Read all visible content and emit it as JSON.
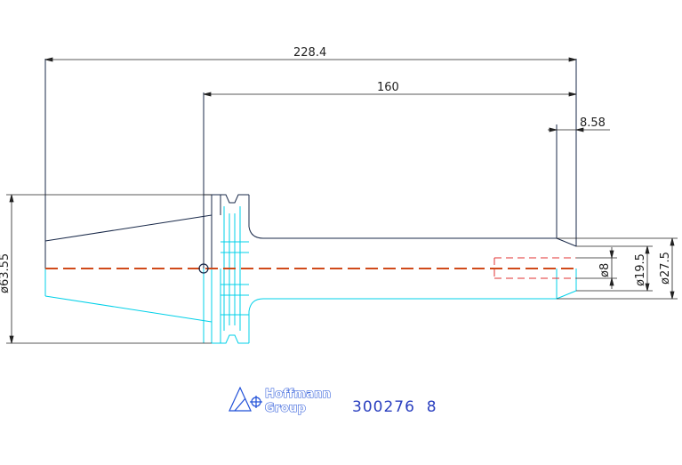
{
  "drawing": {
    "dimensions": {
      "overall_length": "228.4",
      "shank_length": "160",
      "tip_length": "8.58",
      "flange_diameter": "ø63.55",
      "bore_diameter": "ø8",
      "tip_diameter": "ø19.5",
      "shank_diameter": "ø27.5"
    },
    "logo": {
      "line1": "Hoffmann",
      "line2": "Group"
    },
    "part_number": "300276  8",
    "colors": {
      "outline_upper": "#1a2a4a",
      "outline_lower": "#00d0e8",
      "centerline": "#d04a1a",
      "hidden_bore": "#e03030",
      "dimension": "#222222",
      "logo": "#1f4fd8"
    }
  }
}
